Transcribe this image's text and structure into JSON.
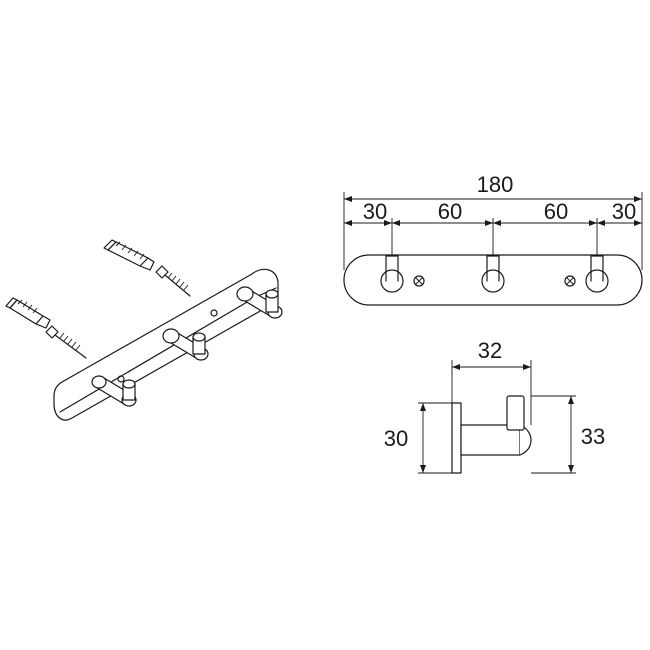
{
  "dimensions": {
    "overall_width": "180",
    "segments": [
      "30",
      "60",
      "60",
      "30"
    ],
    "hook_depth": "32",
    "plate_height": "30",
    "hook_height": "33"
  },
  "icons": {
    "screw": "screw-icon",
    "wall_plug": "wall-plug-icon",
    "hook": "hook-icon",
    "hook_rail": "hook-rail-icon"
  }
}
